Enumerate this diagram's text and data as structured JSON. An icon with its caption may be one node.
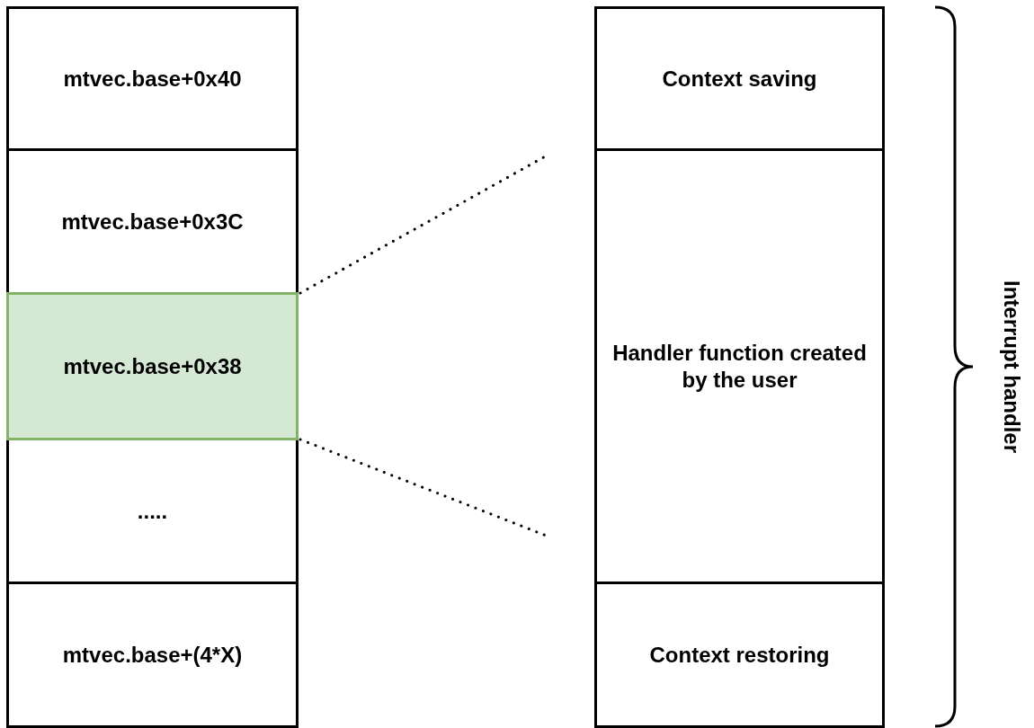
{
  "diagram": {
    "nodes": [
      {
        "text": [
          "mtvec.base+0x40"
        ]
      },
      {
        "text": [
          "mtvec.base+0x3C"
        ]
      },
      {
        "text": [
          "mtvec.base+0x38"
        ]
      },
      {
        "text": [
          "....."
        ]
      },
      {
        "text": [
          "mtvec.base+(4*X)"
        ]
      },
      {
        "text": [
          "Context saving"
        ]
      },
      {
        "text": [
          "Handler function created by the user"
        ]
      },
      {
        "text": [
          "Context restoring"
        ]
      }
    ],
    "edges": [
      {
        "from": 2,
        "to": null,
        "arrow": "none",
        "style": "dashed"
      },
      {
        "from": 2,
        "to": null,
        "arrow": "none",
        "style": "dashed"
      }
    ],
    "labels": [
      "Interrupt handler"
    ]
  }
}
